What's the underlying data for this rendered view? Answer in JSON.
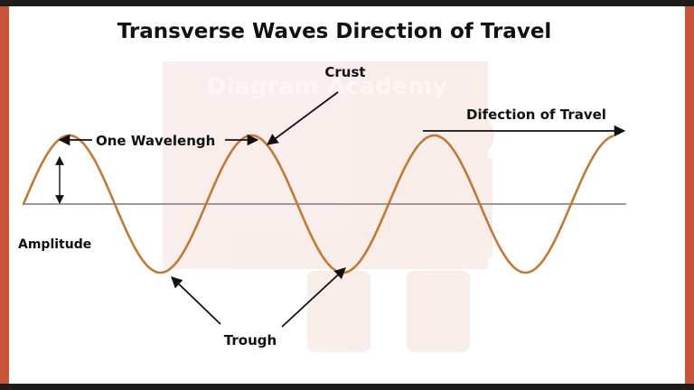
{
  "title": "Transverse Waves Direction of Travel",
  "labels": {
    "crust": "Crust",
    "wavelength": "One Wavelengh",
    "direction": "Difection of Travel",
    "amplitude": "Amplitude",
    "trough": "Trough"
  },
  "watermark": "Diagram Academy",
  "colors": {
    "wave": "#c07a36",
    "axis": "#9a9a9a",
    "arrow": "#111111",
    "frame_side": "#c8553a",
    "frame_bar": "#1c1c1c"
  }
}
